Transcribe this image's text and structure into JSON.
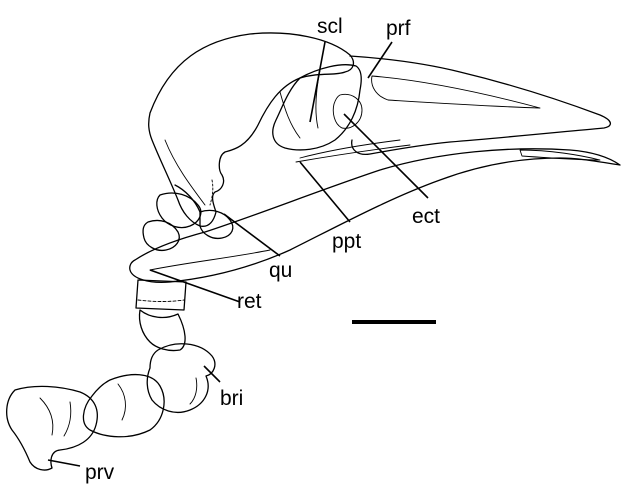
{
  "labels": {
    "scl": "scl",
    "prf": "prf",
    "ect": "ect",
    "ppt": "ppt",
    "qu": "qu",
    "ret": "ret",
    "bri": "bri",
    "prv": "prv"
  },
  "scale_bar": {
    "present": true,
    "color": "#000000"
  },
  "colors": {
    "line": "#000000",
    "background": "#ffffff"
  }
}
